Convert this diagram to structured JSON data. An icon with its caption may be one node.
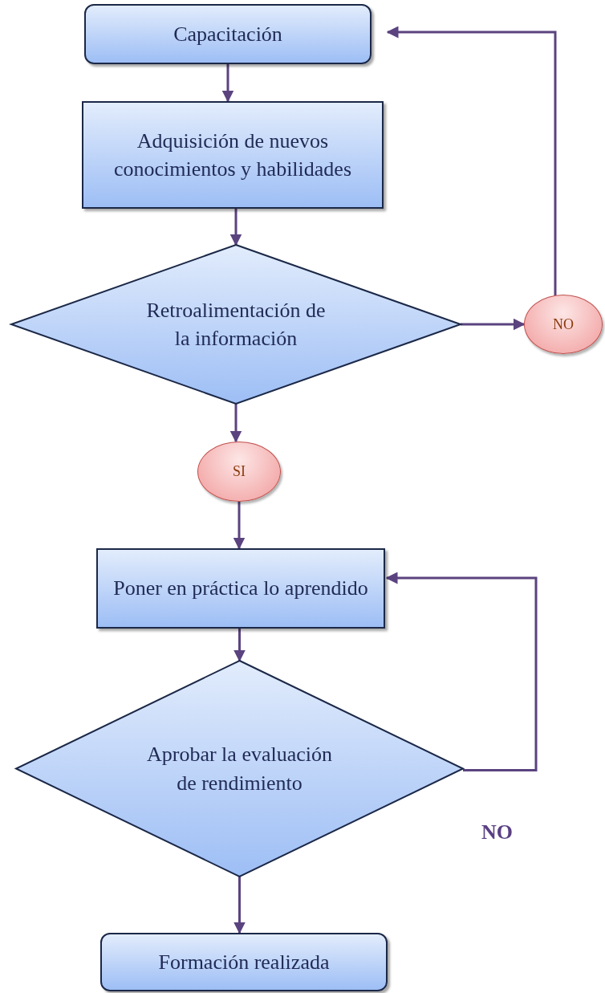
{
  "diagram": {
    "nodes": [
      {
        "text": [
          "Capacitación"
        ]
      },
      {
        "text": [
          "Adquisición de nuevos conocimientos y habilidades"
        ]
      },
      {
        "text": [
          "Retroalimentación de la información"
        ]
      },
      {
        "text": [
          "NO"
        ]
      },
      {
        "text": [
          "SI"
        ]
      },
      {
        "text": [
          "Poner en práctica lo aprendido"
        ]
      },
      {
        "text": [
          "Aprobar la evaluación de rendimiento"
        ]
      },
      {
        "text": [
          "Formación realizada"
        ]
      }
    ],
    "edges": [
      {
        "from": 0,
        "to": 1,
        "arrow": "to"
      },
      {
        "from": 1,
        "to": 2,
        "arrow": "to"
      },
      {
        "from": 2,
        "to": 3,
        "arrow": "to"
      },
      {
        "from": 3,
        "to": 0,
        "arrow": "to"
      },
      {
        "from": 2,
        "to": 4,
        "arrow": "to"
      },
      {
        "from": 4,
        "to": 5,
        "arrow": "to"
      },
      {
        "from": 5,
        "to": 6,
        "arrow": "to"
      },
      {
        "from": 6,
        "to": 5,
        "arrow": "to"
      },
      {
        "from": 6,
        "to": 7,
        "arrow": "to"
      }
    ],
    "labels": [
      "NO"
    ]
  }
}
